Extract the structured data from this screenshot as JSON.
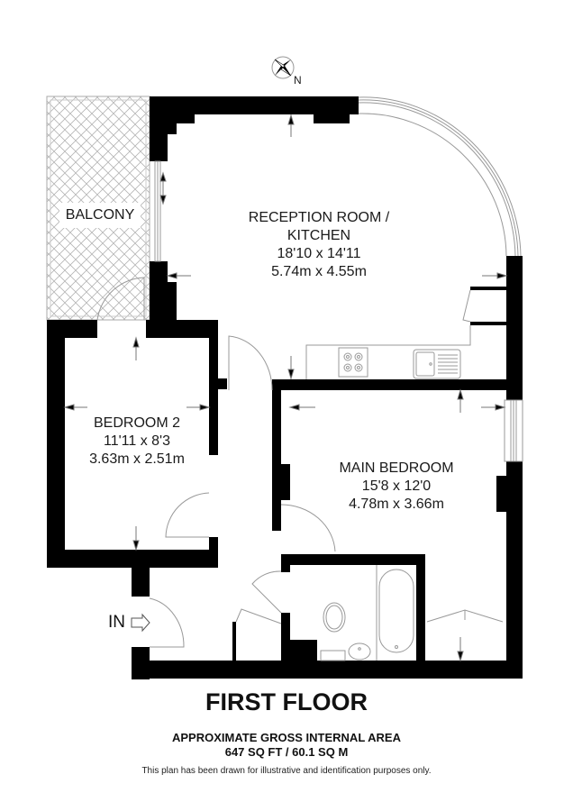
{
  "compass": {
    "icon": "compass-rose-icon",
    "direction_label": "N"
  },
  "rooms": {
    "balcony": {
      "name": "BALCONY"
    },
    "reception": {
      "name_line1": "RECEPTION ROOM /",
      "name_line2": "KITCHEN",
      "imperial": "18'10 x 14'11",
      "metric": "5.74m x 4.55m"
    },
    "bedroom2": {
      "name": "BEDROOM 2",
      "imperial": "11'11 x 8'3",
      "metric": "3.63m x 2.51m"
    },
    "main_bedroom": {
      "name": "MAIN BEDROOM",
      "imperial": "15'8 x 12'0",
      "metric": "4.78m x 3.66m"
    }
  },
  "entrance": {
    "label": "IN",
    "icon": "entry-arrow-icon"
  },
  "footer": {
    "floor_title": "FIRST FLOOR",
    "area_heading": "APPROXIMATE GROSS INTERNAL AREA",
    "area_value": "647 SQ FT / 60.1 SQ M",
    "disclaimer": "This plan has been drawn for illustrative and identification purposes only."
  },
  "colors": {
    "wall": "#000000",
    "line": "#999999",
    "background": "#ffffff"
  }
}
